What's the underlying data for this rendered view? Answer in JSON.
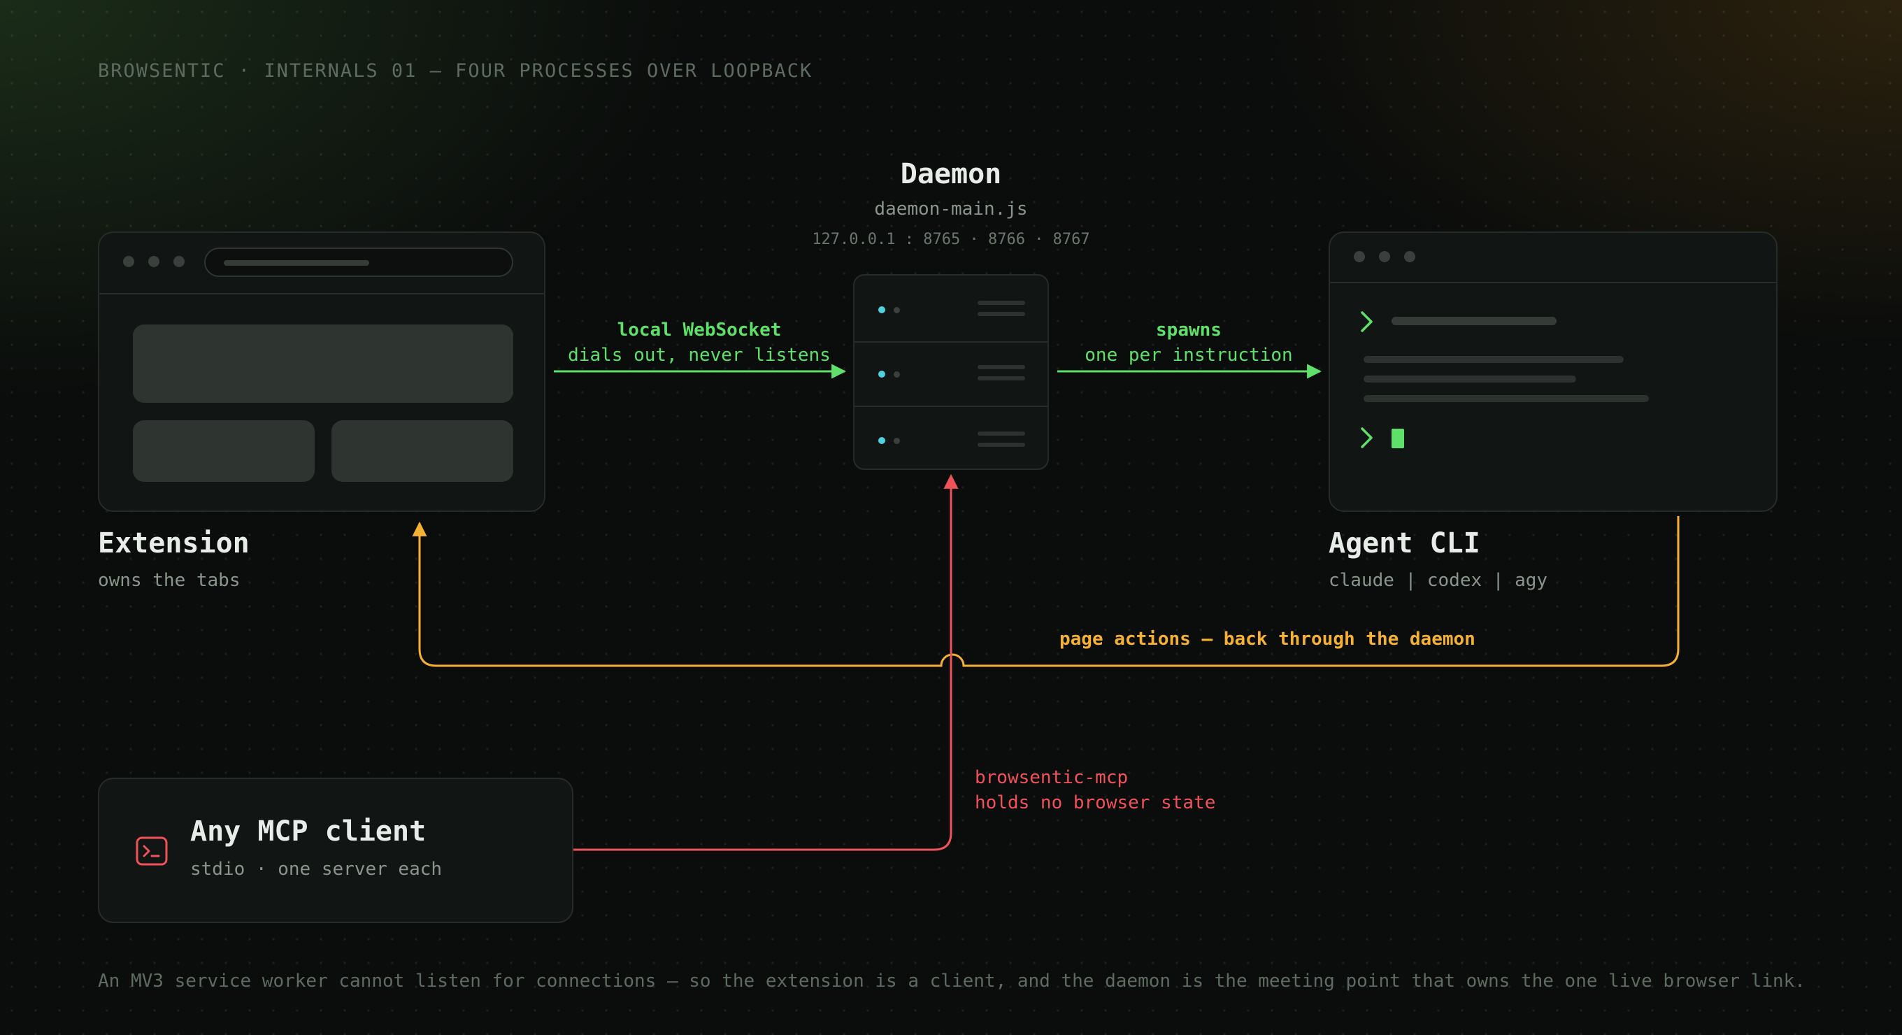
{
  "header": "BROWSENTIC · INTERNALS 01 — FOUR PROCESSES OVER LOOPBACK",
  "extension": {
    "title": "Extension",
    "subtitle": "owns the tabs"
  },
  "daemon": {
    "title": "Daemon",
    "file": "daemon-main.js",
    "ports": "127.0.0.1 : 8765 · 8766 · 8767"
  },
  "agent": {
    "title": "Agent CLI",
    "subtitle": "claude | codex | agy"
  },
  "mcp_client": {
    "title": "Any MCP client",
    "subtitle": "stdio · one server each",
    "icon": "terminal-icon"
  },
  "links": {
    "extension_to_daemon": {
      "line1": "local WebSocket",
      "line2": "dials out, never listens"
    },
    "daemon_to_agent": {
      "line1": "spawns",
      "line2": "one per instruction"
    },
    "agent_to_extension": {
      "label": "page actions — back through the daemon"
    },
    "mcp_to_daemon": {
      "line1": "browsentic-mcp",
      "line2": "holds no browser state"
    }
  },
  "footer": "An MV3 service worker cannot listen for connections — so the extension is a client, and the daemon is the meeting point that owns the one live browser link.",
  "colors": {
    "green": "#5ee06a",
    "amber": "#f5b133",
    "red": "#f0525a",
    "cyan": "#4fd1e0"
  }
}
